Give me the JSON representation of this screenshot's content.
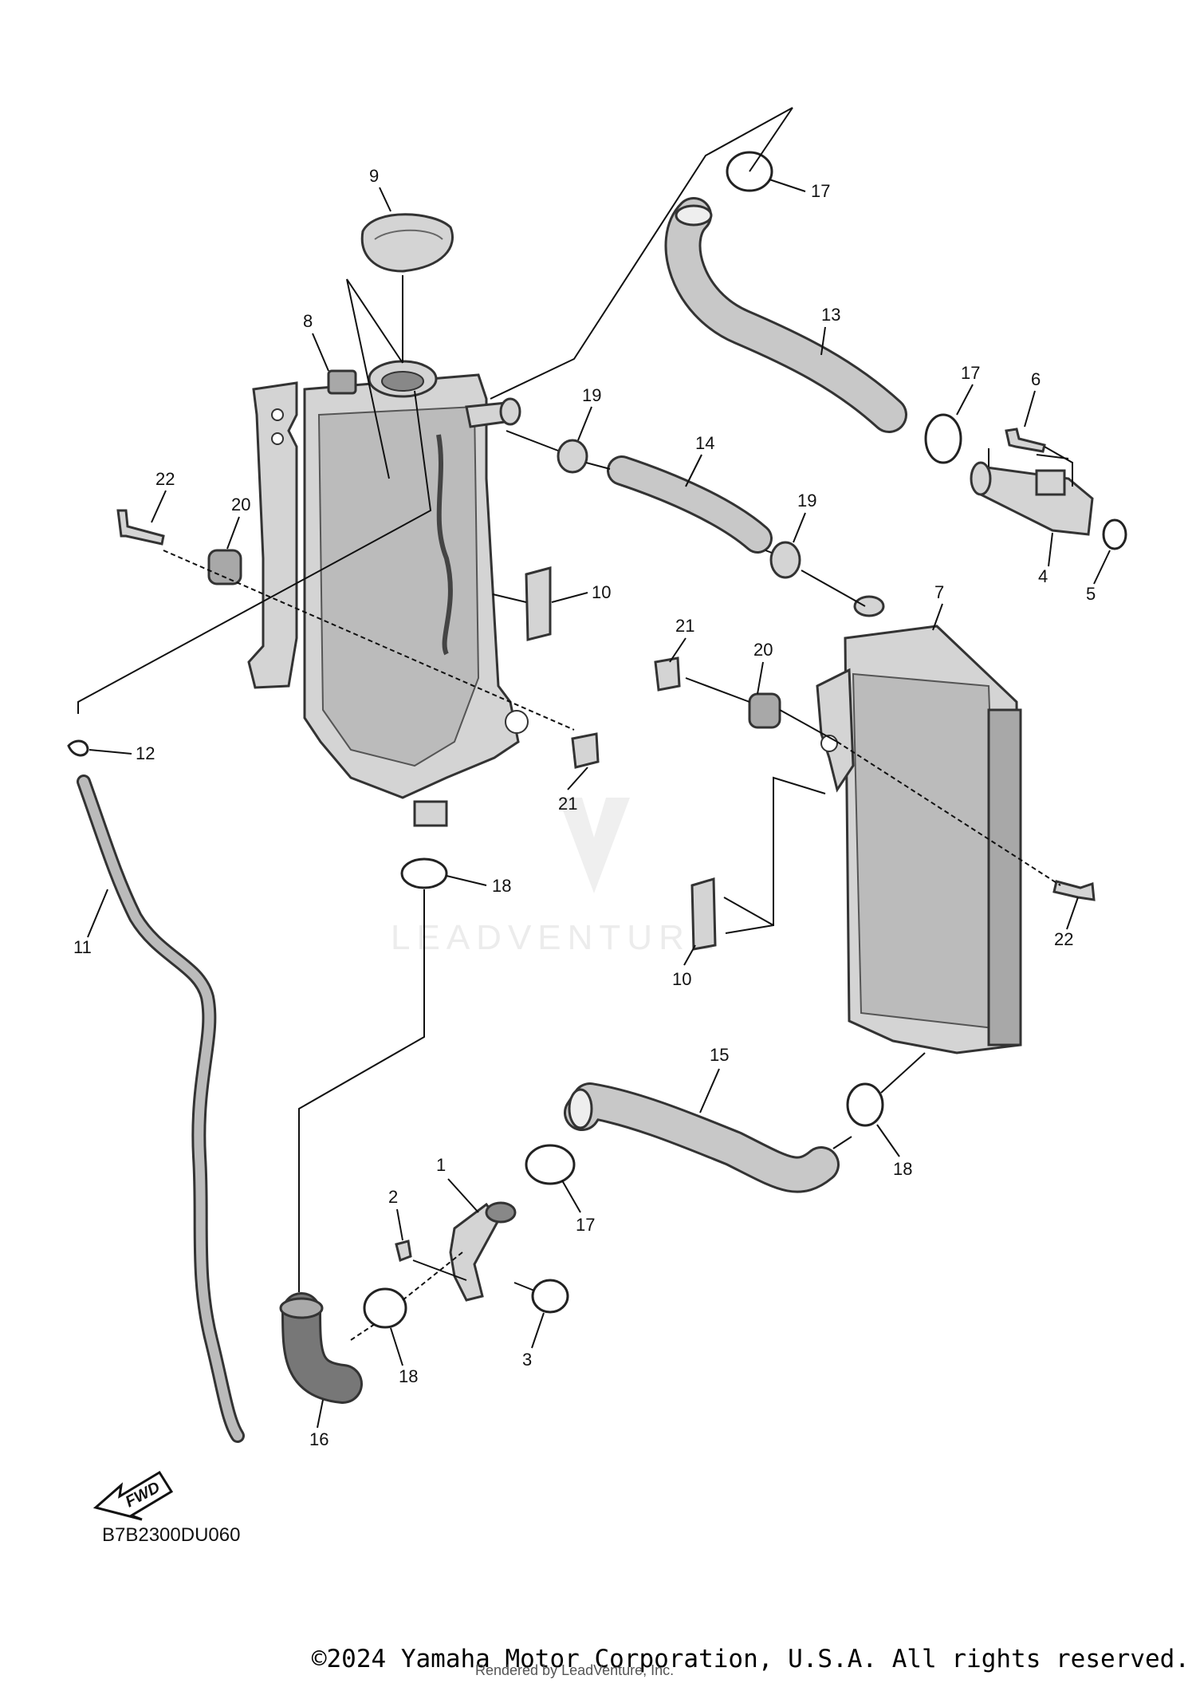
{
  "diagram_code": "B7B2300DU060",
  "fwd_label": "FWD",
  "watermark": "LEADVENTURE",
  "copyright": "©2024 Yamaha Motor Corporation, U.S.A. All rights reserved.",
  "rendered_by": "Rendered by LeadVenture, Inc.",
  "callouts": {
    "c1": "1",
    "c2": "2",
    "c3": "3",
    "c4": "4",
    "c5": "5",
    "c6": "6",
    "c7": "7",
    "c8": "8",
    "c9": "9",
    "c10a": "10",
    "c10b": "10",
    "c11": "11",
    "c12": "12",
    "c13": "13",
    "c14": "14",
    "c15": "15",
    "c16": "16",
    "c17a": "17",
    "c17b": "17",
    "c17c": "17",
    "c18a": "18",
    "c18b": "18",
    "c18c": "18",
    "c19a": "19",
    "c19b": "19",
    "c20a": "20",
    "c20b": "20",
    "c21a": "21",
    "c21b": "21",
    "c22a": "22",
    "c22b": "22"
  },
  "colors": {
    "part_fill": "#d4d4d4",
    "outline": "#333333"
  }
}
